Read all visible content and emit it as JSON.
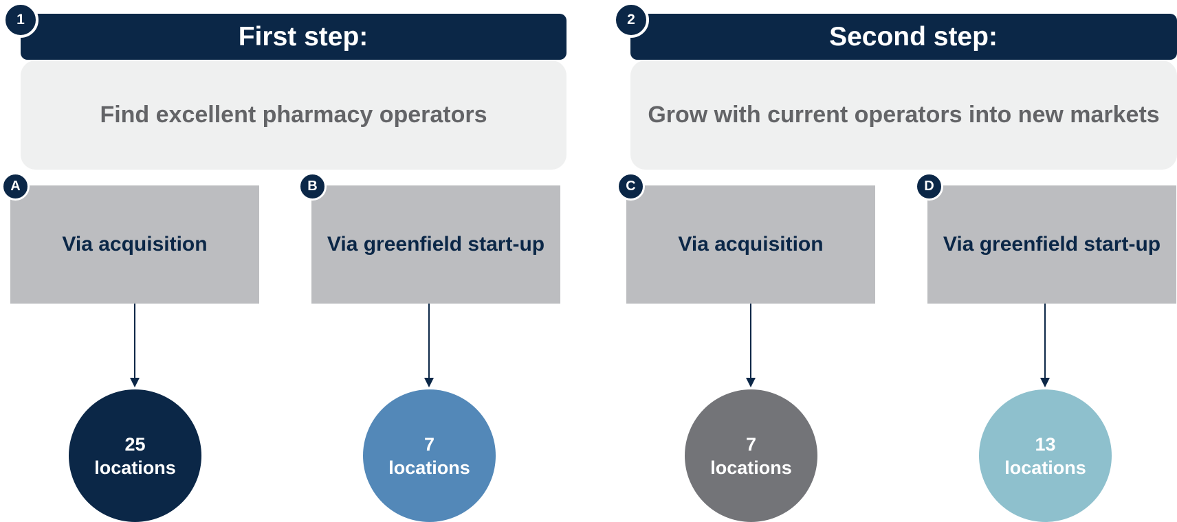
{
  "steps": [
    {
      "number": "1",
      "title": "First step:",
      "description": "Find excellent pharmacy operators"
    },
    {
      "number": "2",
      "title": "Second step:",
      "description": "Grow with current operators into new markets"
    }
  ],
  "paths": [
    {
      "letter": "A",
      "label": "Via acquisition",
      "count": "25",
      "unit": "locations",
      "color": "#0b2747"
    },
    {
      "letter": "B",
      "label": "Via greenfield start-up",
      "count": "7",
      "unit": "locations",
      "color": "#5388b8"
    },
    {
      "letter": "C",
      "label": "Via acquisition",
      "count": "7",
      "unit": "locations",
      "color": "#737478"
    },
    {
      "letter": "D",
      "label": "Via greenfield start-up",
      "count": "13",
      "unit": "locations",
      "color": "#8ec0cd"
    }
  ]
}
